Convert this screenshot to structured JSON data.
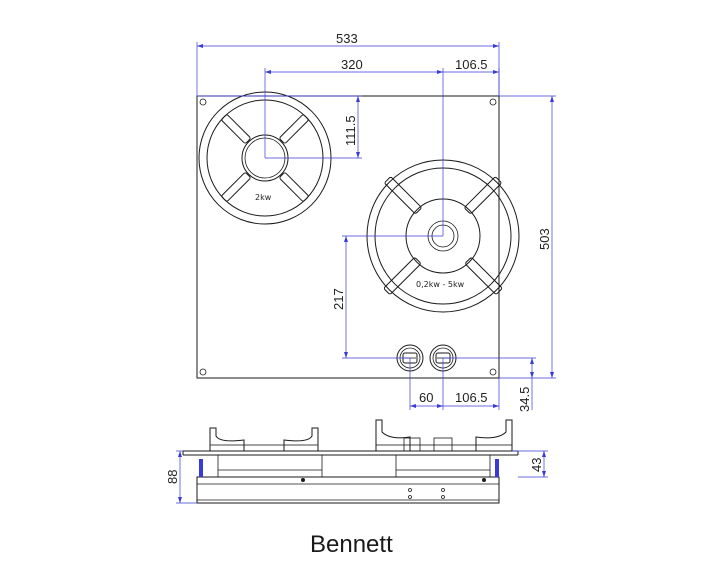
{
  "dimensions": {
    "total_width": "533",
    "burner_spacing": "320",
    "right_burner_offset": "106.5",
    "left_burner_top": "111.5",
    "total_depth": "503",
    "right_burner_height": "217",
    "knob_spacing": "60",
    "knob_right_offset": "106.5",
    "knob_bottom": "34.5",
    "total_height": "88",
    "top_thickness": "43"
  },
  "burners": {
    "small_label": "2kw",
    "large_label": "0,2kw - 5kw"
  },
  "caption": "Bennett",
  "colors": {
    "line": "#1a1a1a",
    "dimension": "#3a3ad8"
  }
}
